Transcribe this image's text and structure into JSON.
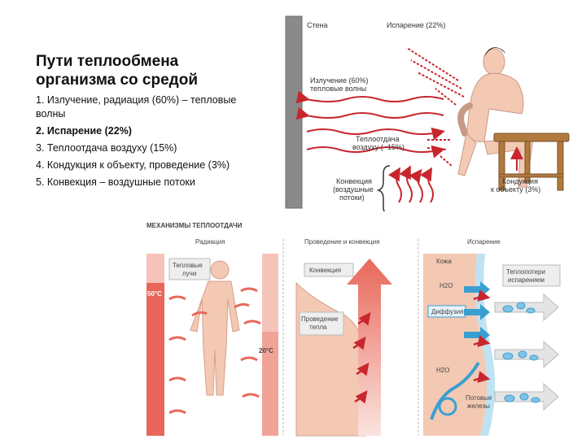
{
  "slide": {
    "title": "Пути теплообмена организма со средой",
    "items": [
      {
        "text": "1. Излучение, радиация (60%) – тепловые волны",
        "bold": false
      },
      {
        "text": "2. Испарение (22%)",
        "bold": true
      },
      {
        "text": "3. Теплоотдача воздуху (15%)",
        "bold": false
      },
      {
        "text": "4. Кондукция к объекту, проведение (3%)",
        "bold": false
      },
      {
        "text": "5. Конвекция – воздушные потоки",
        "bold": false
      }
    ]
  },
  "top_diagram": {
    "wall": "Стена",
    "evaporation": "Испарение (22%)",
    "radiation_line1": "Излучение (60%)",
    "radiation_line2": "тепловые волны",
    "air_line1": "Теплоотдача",
    "air_line2": "воздуху (~15%)",
    "convection_line1": "Конвекция",
    "convection_line2": "(воздушные",
    "convection_line3": "потоки)",
    "conduction_line1": "Кондукция",
    "conduction_line2": "к объекту (3%)"
  },
  "bottom_diagram": {
    "heading": "МЕХАНИЗМЫ ТЕПЛООТДАЧИ",
    "panel1_title": "Радиация",
    "panel2_title": "Проведение и конвекция",
    "panel3_title": "Испарение",
    "heat_rays_line1": "Тепловые",
    "heat_rays_line2": "лучи",
    "temp_hot": "50°C",
    "temp_cold": "20°C",
    "convection": "Конвекция",
    "conduction_line1": "Проведение",
    "conduction_line2": "тепла",
    "skin": "Кожа",
    "h2o_1": "H2O",
    "diffusion": "Диффузия",
    "h2o_2": "H2O",
    "evap_loss_line1": "Теплопотери",
    "evap_loss_line2": "испарением",
    "sweat_line1": "Потовые",
    "sweat_line2": "железы"
  },
  "colors": {
    "arrow_red": "#c8262e",
    "wall_gray": "#8a8a8a",
    "panel_red": "#e8675a",
    "water_blue": "#3a9fd0",
    "skin_tone": "#f3c9b4"
  }
}
